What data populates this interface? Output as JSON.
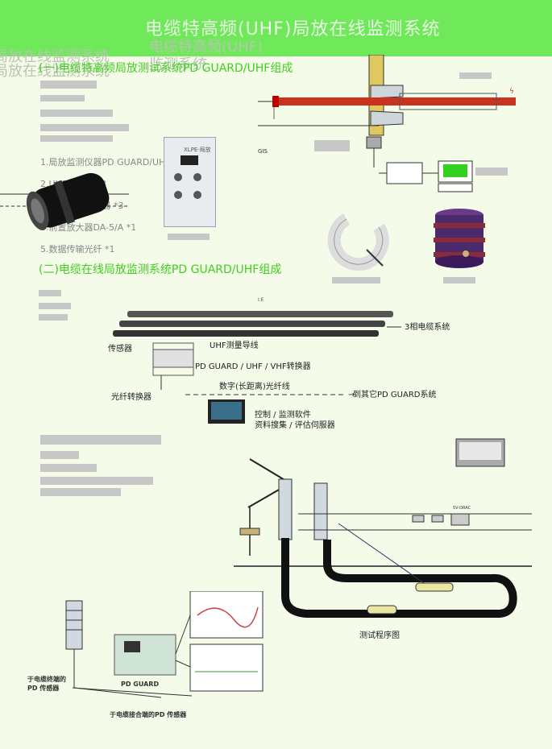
{
  "header": {
    "title": "电缆特高频(UHF)局放在线监测系统"
  },
  "ghost_text": {
    "left_1": "局放在线监测系统",
    "left_2": "局放在线监测系统",
    "center_1": "电缆特高频(UHF)",
    "center_2": "监测系统"
  },
  "section1": {
    "title": "(一)电缆特高频局放测试系统PD GUARD/UHF组成"
  },
  "components_list": [
    "1.局放监测仪器PD GUARD/UHF *1",
    "2.UHF传感器 *3",
    "3.高频电流传感器 *3",
    "4.前置放大器DA-5/A *1",
    "5.数据传输光纤 *1"
  ],
  "section2": {
    "title": "(二)电缆在线局放监测系统PD GUARD/UHF组成"
  },
  "device_panel": {
    "brand": "XLPE·局放"
  },
  "gis_diagram": {
    "gis_label": "GIS"
  },
  "system_diagram": {
    "label_ie": "I.E",
    "cable_system": "3相电缆系统",
    "uhf_wire": "UHF测量导线",
    "sensor": "传感器",
    "converter": "PD GUARD / UHF / VHF转换器",
    "fiber_label": "数字(长距离)光纤线",
    "fiber_converter": "光纤转换器",
    "to_other": "到其它PD GUARD系统",
    "software_1": "控制 / 监测软件",
    "software_2": "资料搜集 / 评估伺服器"
  },
  "field_diagram": {
    "caption": "测试程序图",
    "label_5v": "5V-DRAC"
  },
  "bottom_diagram": {
    "terminal_sensor": "于电缆终端的\nPD 传感器",
    "device_name": "PD GUARD",
    "joint_sensor": "于电缆接合端的PD 传感器"
  },
  "colors": {
    "banner": "#6fe85a",
    "accent_green": "#3fd01c",
    "cable_red": "#c8321e",
    "bushing_purple": "#4a2a6a"
  }
}
